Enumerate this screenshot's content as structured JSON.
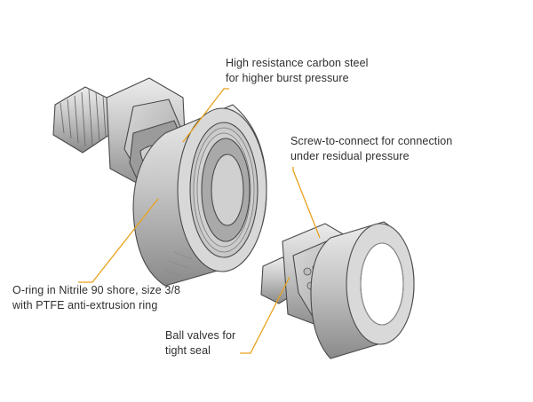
{
  "colors": {
    "leader": "#e8a21c",
    "text": "#2f2f2f",
    "metal_light": "#e3e3e3",
    "metal_mid": "#b9b9b9",
    "metal_dark": "#7d7d7d",
    "metal_edge": "#4a4a4a"
  },
  "callouts": {
    "carbon_steel": {
      "line1": "High resistance carbon steel",
      "line2": "for higher burst pressure"
    },
    "screw_to_connect": {
      "line1": "Screw-to-connect for connection",
      "line2": "under residual pressure"
    },
    "o_ring": {
      "line1": "O-ring in Nitrile 90 shore, size 3/8",
      "line2": "with PTFE anti-extrusion ring"
    },
    "ball_valves": {
      "line1": "Ball valves for",
      "line2": "tight seal"
    }
  },
  "parts": {
    "left": "female-coupling-cutaway",
    "right": "male-coupling-cutaway"
  }
}
